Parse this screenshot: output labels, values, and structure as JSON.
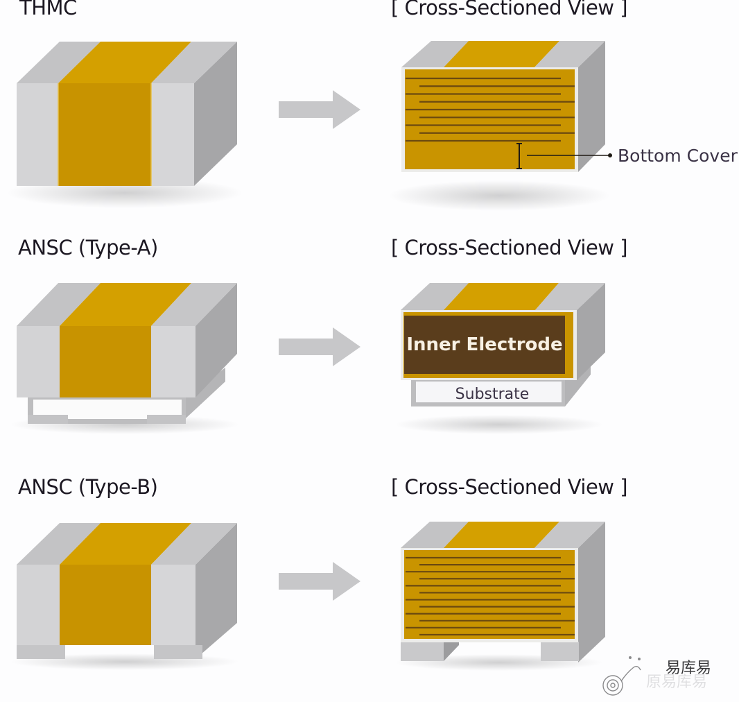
{
  "colors": {
    "background": "#fdfdfe",
    "terminal_gray_front": "#d3d3d5",
    "terminal_gray_top": "#c4c4c6",
    "terminal_gray_side": "#a9a9ab",
    "body_gold": "#c99400",
    "body_gold_top": "#d6a200",
    "electrode_line": "#6b4a10",
    "inner_electrode_fill": "#5c3e1c",
    "arrow": "#c8c8ca",
    "label_text": "#1c1822",
    "callout_text": "#3b3346"
  },
  "rows": [
    {
      "title": "THMC",
      "cross_section_title": "[ Cross-Sectioned View ]",
      "callout": "Bottom Cover",
      "electrode_layers": 9
    },
    {
      "title": "ANSC (Type-A)",
      "cross_section_title": "[ Cross-Sectioned View ]",
      "inner_label": "Inner Electrode",
      "substrate_label": "Substrate"
    },
    {
      "title": "ANSC (Type-B)",
      "cross_section_title": "[ Cross-Sectioned View ]",
      "electrode_layers": 12
    }
  ],
  "watermark": {
    "text_main": "易库易",
    "text_shadow": "原易库易"
  }
}
